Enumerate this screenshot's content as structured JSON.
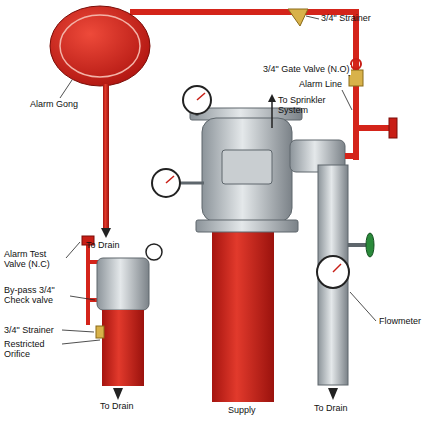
{
  "diagram": {
    "labels": [
      "Alarm Gong",
      "3/4\" Strainer",
      "3/4\" Gate Valve (N.O)",
      "Alarm Line",
      "To Sprinkler System",
      "To Drain",
      "Alarm Test Valve (N.C)",
      "By-pass 3/4\" Check valve",
      "3/4\" Strainer",
      "Restricted Orifice",
      "To Drain",
      "Supply",
      "To Drain",
      "Flowmeter"
    ]
  }
}
